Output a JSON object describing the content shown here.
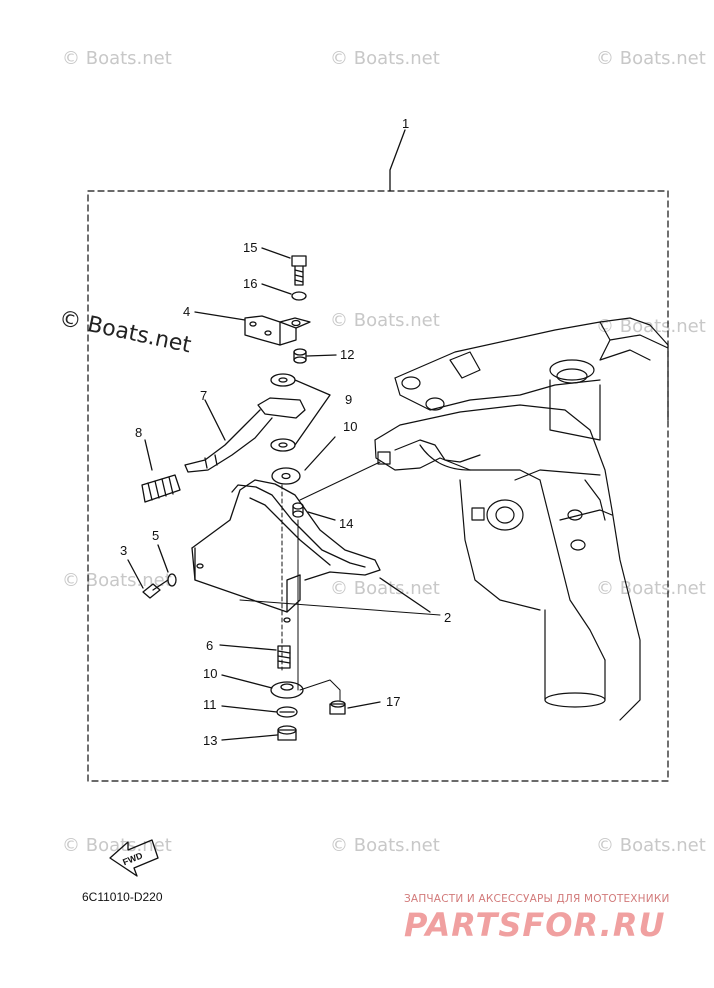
{
  "watermarks": {
    "text": "© Boats.net",
    "big_text": "© Boats.net"
  },
  "callouts": [
    "1",
    "2",
    "3",
    "4",
    "5",
    "6",
    "7",
    "8",
    "9",
    "10",
    "10",
    "11",
    "12",
    "13",
    "14",
    "15",
    "16",
    "17"
  ],
  "fwd_label": "FWD",
  "diagram_code": "6C11010-D220",
  "store": {
    "subtitle": "ЗАПЧАСТИ И АКСЕССУАРЫ ДЛЯ МОТОТЕХНИКИ",
    "logo": "PARTSFOR.RU"
  }
}
